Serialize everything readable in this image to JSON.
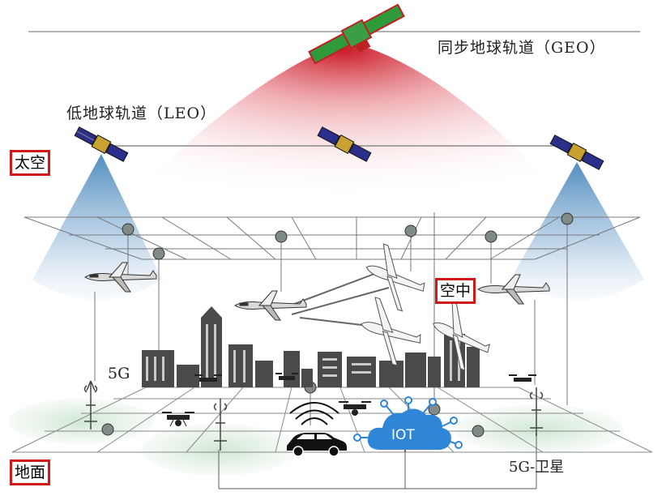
{
  "labels": {
    "geo": "同步地球轨道（GEO）",
    "leo": "低地球轨道（LEO）",
    "five_g": "5G",
    "five_g_satellite": "5G-卫星",
    "iot": "IOT"
  },
  "layers": {
    "space": "太空",
    "air": "空中",
    "ground": "地面"
  },
  "colors": {
    "layer_box_border": "#d01a1a",
    "geo_beam": "#c8101e",
    "leo_beam": "#3d7fb8",
    "iot_cloud": "#2f86d6",
    "coverage": "#cfe7d2",
    "satellite_panel": "#2b2f8c",
    "geo_satellite": "#2e9a3a"
  }
}
